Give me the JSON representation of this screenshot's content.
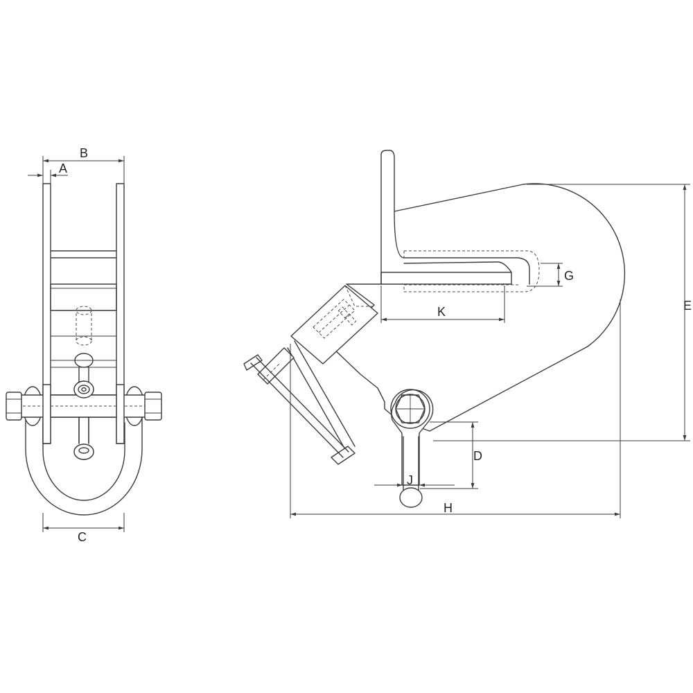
{
  "figure": {
    "labels": {
      "A": "A",
      "B": "B",
      "C": "C",
      "D": "D",
      "E": "E",
      "G": "G",
      "H": "H",
      "J": "J",
      "K": "K"
    }
  },
  "colors": {
    "line": "#3a3a3a",
    "background": "#ffffff"
  }
}
